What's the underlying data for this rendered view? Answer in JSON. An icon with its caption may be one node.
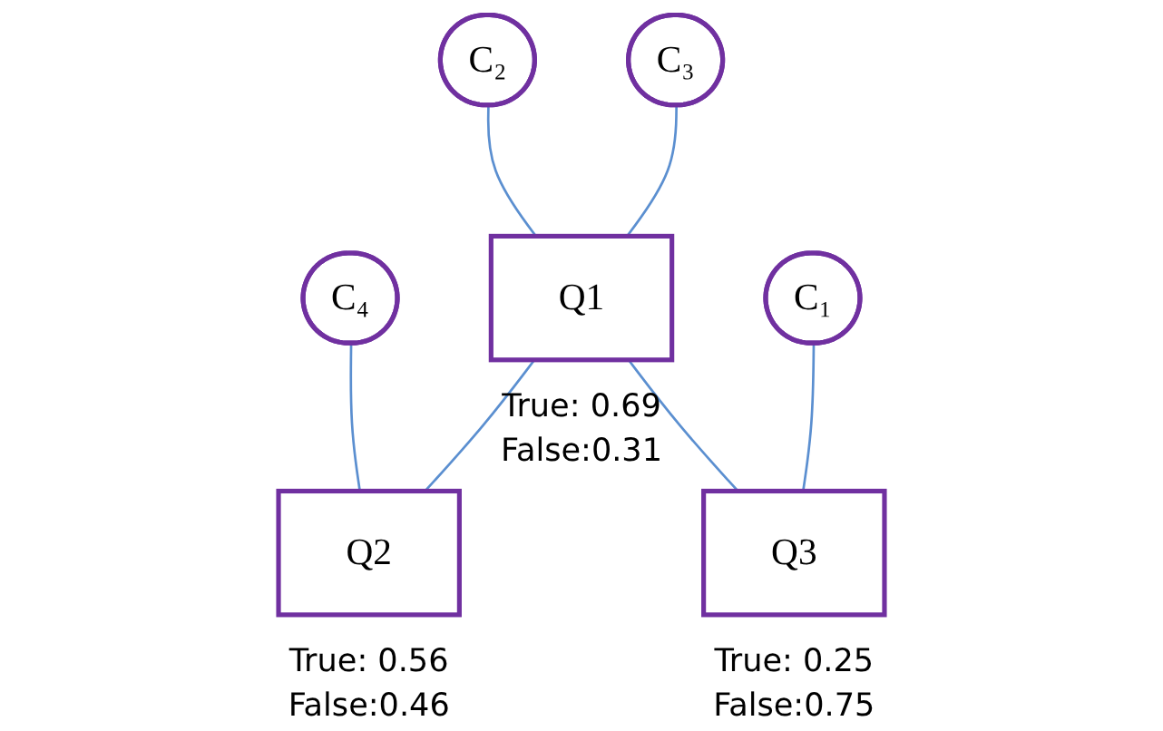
{
  "diagram": {
    "nodes": [
      {
        "text": [
          "C₂"
        ]
      },
      {
        "text": [
          "C₃"
        ]
      },
      {
        "text": [
          "C₄"
        ]
      },
      {
        "text": [
          "Q1"
        ],
        "beside": [
          "True: 0.69",
          "False:0.31"
        ]
      },
      {
        "text": [
          "C₁"
        ]
      },
      {
        "text": [
          "Q2"
        ],
        "beside": [
          "True: 0.56",
          "False:0.46"
        ]
      },
      {
        "text": [
          "Q3"
        ],
        "beside": [
          "True: 0.25",
          "False:0.75"
        ]
      }
    ],
    "edges": [
      {
        "from": 0,
        "to": 3,
        "arrow": "none"
      },
      {
        "from": 1,
        "to": 3,
        "arrow": "none"
      },
      {
        "from": 2,
        "to": 5,
        "arrow": "none"
      },
      {
        "from": 3,
        "to": 5,
        "arrow": "none"
      },
      {
        "from": 3,
        "to": 6,
        "arrow": "none"
      },
      {
        "from": 4,
        "to": 6,
        "arrow": "none"
      }
    ]
  }
}
